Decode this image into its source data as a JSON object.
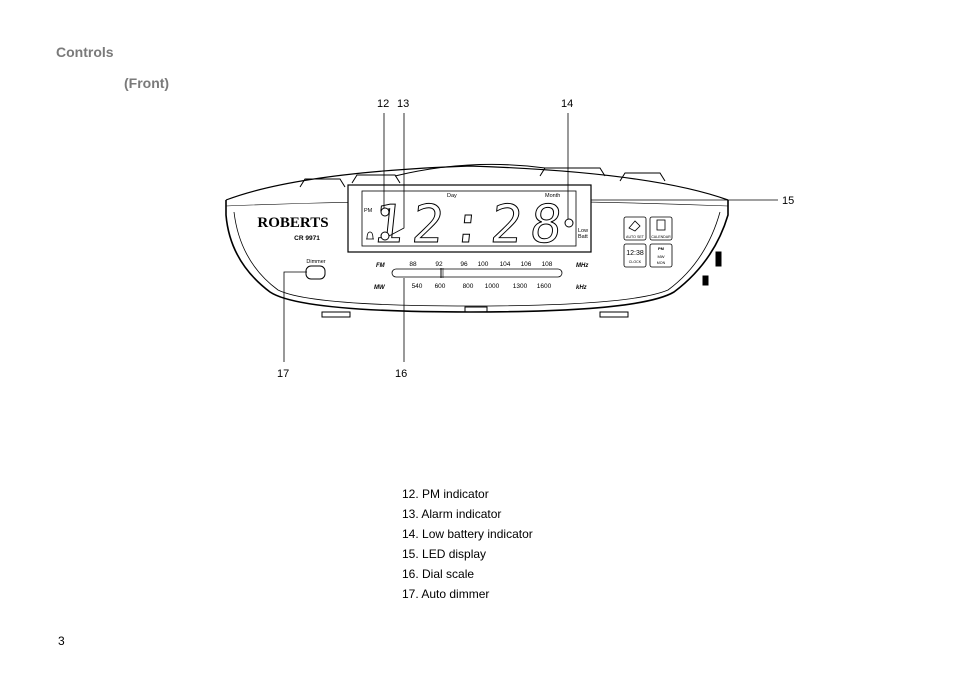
{
  "section_title": "Controls",
  "section_subtitle": "(Front)",
  "callouts": {
    "c12": "12",
    "c13": "13",
    "c14": "14",
    "c15": "15",
    "c16": "16",
    "c17": "17"
  },
  "device": {
    "brand": "ROBERTS",
    "model": "CR 9971",
    "dimmer_label": "Dimmer",
    "display_time": "12:28",
    "pm_label": "PM",
    "day_label": "Day",
    "month_label": "Month",
    "low_batt_line1": "Low",
    "low_batt_line2": "Batt",
    "fm_label": "FM",
    "mhz_label": "MHz",
    "mw_label": "MW",
    "khz_label": "kHz",
    "fm_scale": [
      "88",
      "92",
      "96",
      "100",
      "104",
      "106",
      "108"
    ],
    "mw_scale": [
      "540",
      "600",
      "800",
      "1000",
      "1300",
      "1600"
    ],
    "buttons": {
      "auto_set": "AUTO SET",
      "calendar": "CALENDAR",
      "clock_time": "12:38",
      "clock": "CLOCK",
      "pm": "PM",
      "mw": "MW",
      "mon": "MON"
    }
  },
  "legend": [
    "12. PM indicator",
    "13. Alarm indicator",
    "14. Low battery indicator",
    "15. LED display",
    "16. Dial scale",
    "17. Auto dimmer"
  ],
  "page_number": "3"
}
